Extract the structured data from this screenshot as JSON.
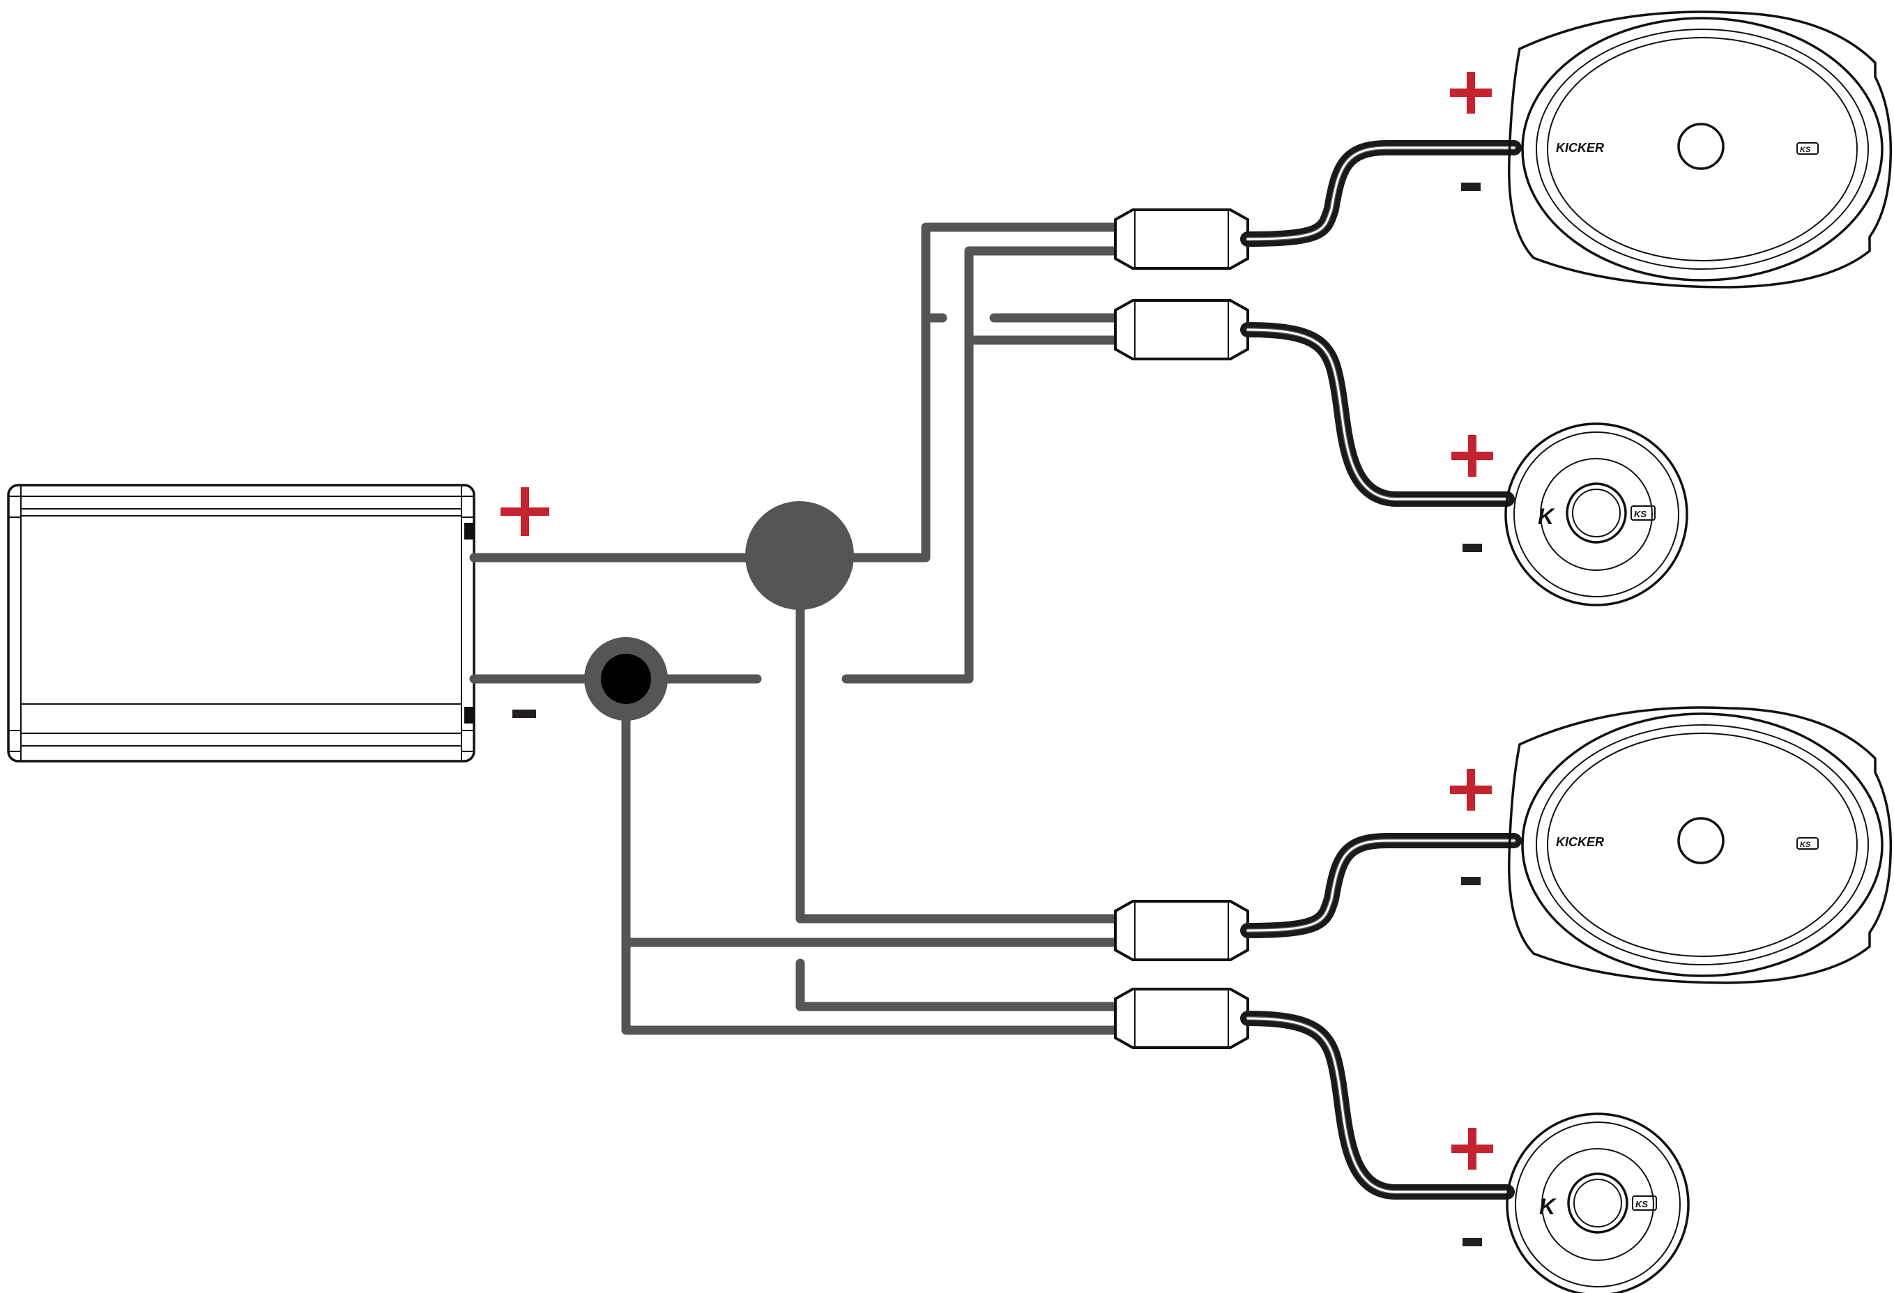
{
  "colors": {
    "positive": "#c4232f",
    "negative": "#231f20",
    "wire": "#555555",
    "outline": "#111111",
    "dark_junction": "#000000"
  },
  "amplifier": {
    "positive_sign": "+",
    "negative_sign": "-"
  },
  "speakers": [
    {
      "type": "6x9 coaxial",
      "brand": "KICKER",
      "badge": "KS",
      "positive_sign": "+",
      "negative_sign": "-"
    },
    {
      "type": "tweeter",
      "brand": "K",
      "badge": "KS",
      "positive_sign": "+",
      "negative_sign": "-"
    },
    {
      "type": "6x9 coaxial",
      "brand": "KICKER",
      "badge": "KS",
      "positive_sign": "+",
      "negative_sign": "-"
    },
    {
      "type": "tweeter",
      "brand": "K",
      "badge": "KS",
      "positive_sign": "+",
      "negative_sign": "-"
    }
  ]
}
